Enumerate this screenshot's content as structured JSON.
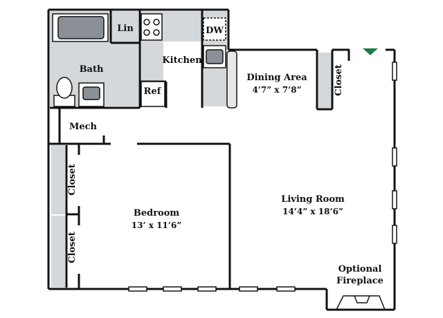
{
  "floorplan": {
    "rooms": {
      "bath": "Bath",
      "lin": "Lin",
      "kitchen": "Kitchen",
      "dw": "DW",
      "ref": "Ref",
      "dining_name": "Dining Area",
      "dining_dim": "4’7” x 7’8”",
      "closet_dining": "Closet",
      "mech": "Mech",
      "closet_upper": "Closet",
      "closet_lower": "Closet",
      "bedroom_name": "Bedroom",
      "bedroom_dim": "13’ x 11’6”",
      "living_name": "Living Room",
      "living_dim": "14’4” x 18’6”",
      "fireplace_line1": "Optional",
      "fireplace_line2": "Fireplace"
    },
    "colors": {
      "wall": "#111111",
      "fixture_fill": "#cfd3d6",
      "closet_fill": "#d5d8da",
      "north_marker": "#1e7a4a"
    }
  }
}
